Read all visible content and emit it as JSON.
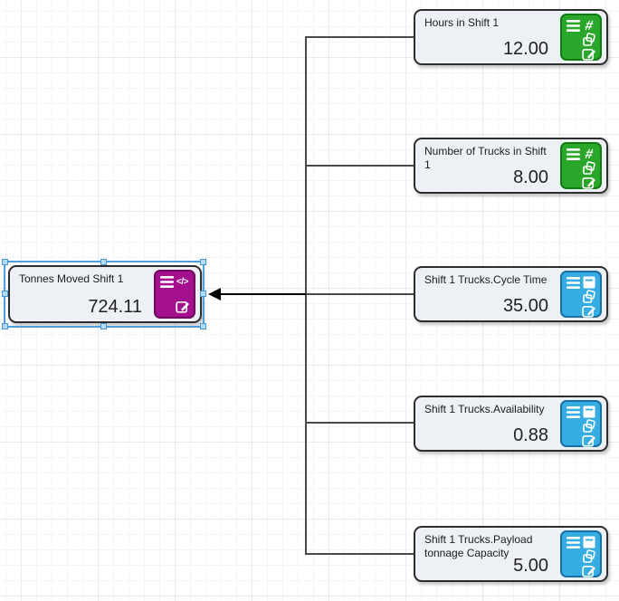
{
  "app": {
    "view": "influence-diagram-canvas"
  },
  "colors": {
    "node_fill": "#edf0f4",
    "node_border": "#2d2d2d",
    "input_panel_green": "#2aa62a",
    "input_panel_green_border": "#0f7c12",
    "reference_panel_blue": "#35ade3",
    "reference_panel_blue_border": "#1a6fa3",
    "formula_panel_magenta": "#a30f8d",
    "formula_panel_magenta_border": "#6d0a5e",
    "link_color": "#4a4a4a",
    "selected_link_color": "#000000",
    "selection_blue": "#4d9fdd"
  },
  "main_node": {
    "title": "Tonnes Moved Shift 1",
    "value": "724.11",
    "type": "formula",
    "selected": true,
    "icons": [
      "menu-icon",
      "code-icon",
      "edit-icon"
    ]
  },
  "nodes": [
    {
      "title": "Hours in Shift 1",
      "value": "12.00",
      "type": "input-number",
      "icons": [
        "menu-icon",
        "number-icon",
        "copy-icon",
        "edit-icon"
      ]
    },
    {
      "title": "Number of Trucks in Shift 1",
      "value": "8.00",
      "type": "input-number",
      "icons": [
        "menu-icon",
        "number-icon",
        "copy-icon",
        "edit-icon"
      ]
    },
    {
      "title": "Shift 1 Trucks.Cycle Time",
      "value": "35.00",
      "type": "reference",
      "icons": [
        "menu-icon",
        "archive-icon",
        "copy-icon",
        "edit-icon"
      ]
    },
    {
      "title": "Shift 1 Trucks.Availability",
      "value": "0.88",
      "type": "reference",
      "icons": [
        "menu-icon",
        "archive-icon",
        "copy-icon",
        "edit-icon"
      ]
    },
    {
      "title": "Shift 1 Trucks.Payload tonnage Capacity",
      "value": "5.00",
      "type": "reference",
      "icons": [
        "menu-icon",
        "archive-icon",
        "copy-icon",
        "edit-icon"
      ]
    }
  ],
  "edges": [
    {
      "from": "Hours in Shift 1",
      "to": "Tonnes Moved Shift 1"
    },
    {
      "from": "Number of Trucks in Shift 1",
      "to": "Tonnes Moved Shift 1"
    },
    {
      "from": "Shift 1 Trucks.Cycle Time",
      "to": "Tonnes Moved Shift 1"
    },
    {
      "from": "Shift 1 Trucks.Availability",
      "to": "Tonnes Moved Shift 1"
    },
    {
      "from": "Shift 1 Trucks.Payload tonnage Capacity",
      "to": "Tonnes Moved Shift 1"
    }
  ]
}
